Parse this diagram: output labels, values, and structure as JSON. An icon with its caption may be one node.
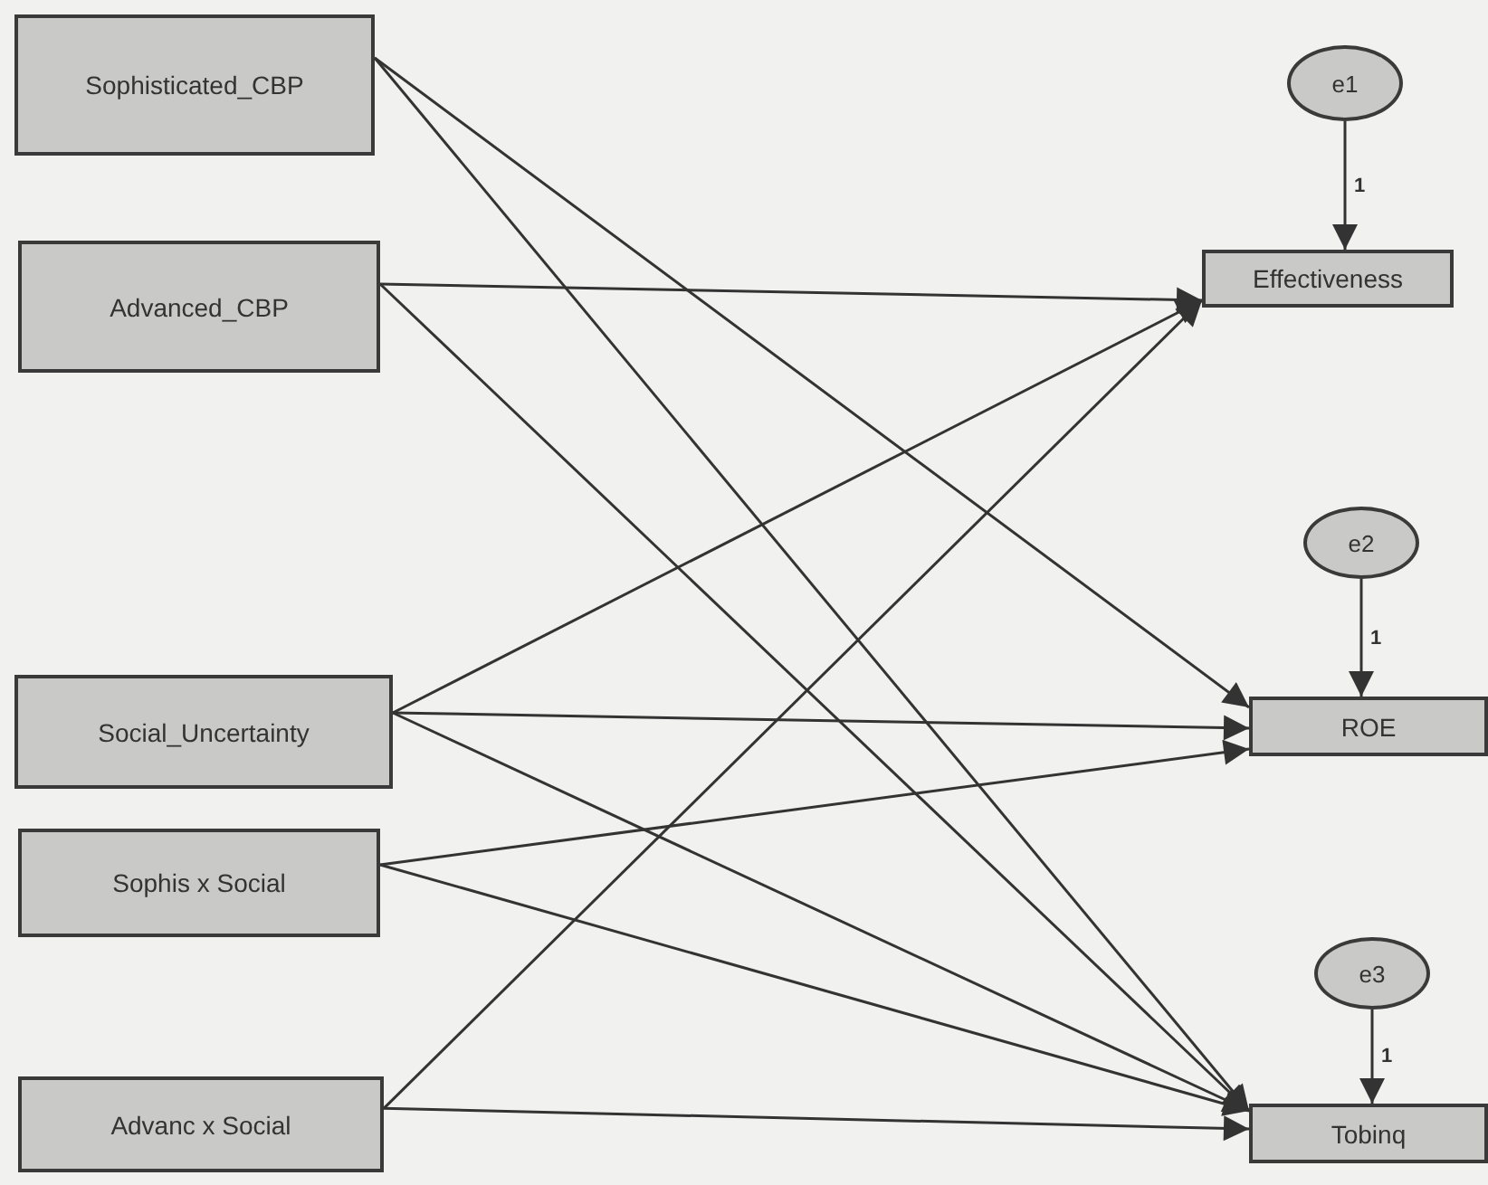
{
  "diagram": {
    "nodes": [
      {
        "text": [
          "Sophisticated_CBP"
        ]
      },
      {
        "text": [
          "Advanced_CBP"
        ]
      },
      {
        "text": [
          "Social_Uncertainty"
        ]
      },
      {
        "text": [
          "Sophis x Social"
        ]
      },
      {
        "text": [
          "Advanc x Social"
        ]
      },
      {
        "text": [
          "e1"
        ]
      },
      {
        "text": [
          "Effectiveness"
        ]
      },
      {
        "text": [
          "e2"
        ]
      },
      {
        "text": [
          "ROE"
        ]
      },
      {
        "text": [
          "e3"
        ]
      },
      {
        "text": [
          "Tobinq"
        ]
      }
    ],
    "edges": [
      {
        "from": 5,
        "to": 6,
        "arrow": "to",
        "label": "1"
      },
      {
        "from": 7,
        "to": 8,
        "arrow": "to",
        "label": "1"
      },
      {
        "from": 9,
        "to": 10,
        "arrow": "to",
        "label": "1"
      },
      {
        "from": 0,
        "to": 8,
        "arrow": "to"
      },
      {
        "from": 0,
        "to": 10,
        "arrow": "to"
      },
      {
        "from": 1,
        "to": 6,
        "arrow": "to"
      },
      {
        "from": 1,
        "to": 10,
        "arrow": "to"
      },
      {
        "from": 2,
        "to": 6,
        "arrow": "to"
      },
      {
        "from": 2,
        "to": 8,
        "arrow": "to"
      },
      {
        "from": 2,
        "to": 10,
        "arrow": "to"
      },
      {
        "from": 3,
        "to": 8,
        "arrow": "to"
      },
      {
        "from": 3,
        "to": 10,
        "arrow": "to"
      },
      {
        "from": 4,
        "to": 6,
        "arrow": "to"
      },
      {
        "from": 4,
        "to": 10,
        "arrow": "to"
      }
    ]
  }
}
